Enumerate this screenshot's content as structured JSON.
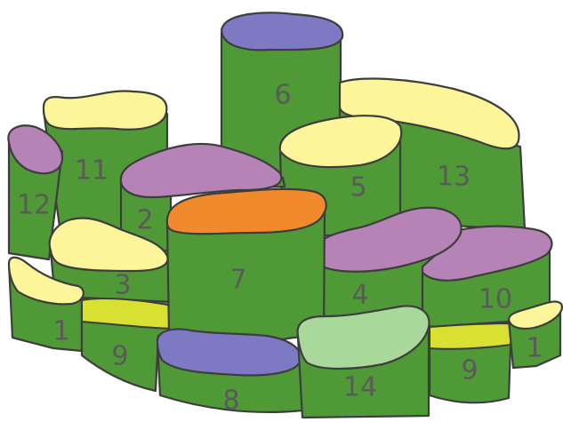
{
  "colors": {
    "side": "#4f9a37",
    "outline": "#3d3d3d",
    "label": "#5a5a5a",
    "purple": "#b583b6",
    "blue": "#7d79c2",
    "yellow": "#fdf59a",
    "orange": "#f08a2c",
    "lime": "#d8e031",
    "lightgreen": "#a8d89a"
  },
  "blocks": [
    {
      "id": "b6",
      "label": "6"
    },
    {
      "id": "b13",
      "label": "13"
    },
    {
      "id": "b11",
      "label": "11"
    },
    {
      "id": "b12",
      "label": "12"
    },
    {
      "id": "b5",
      "label": "5"
    },
    {
      "id": "b2",
      "label": "2"
    },
    {
      "id": "b3",
      "label": "3"
    },
    {
      "id": "b1l",
      "label": "1"
    },
    {
      "id": "b9l",
      "label": "9"
    },
    {
      "id": "b10",
      "label": "10"
    },
    {
      "id": "b4",
      "label": "4"
    },
    {
      "id": "b7",
      "label": "7"
    },
    {
      "id": "b8",
      "label": "8"
    },
    {
      "id": "b14",
      "label": "14"
    },
    {
      "id": "b9r",
      "label": "9"
    },
    {
      "id": "b1r",
      "label": "1"
    }
  ]
}
